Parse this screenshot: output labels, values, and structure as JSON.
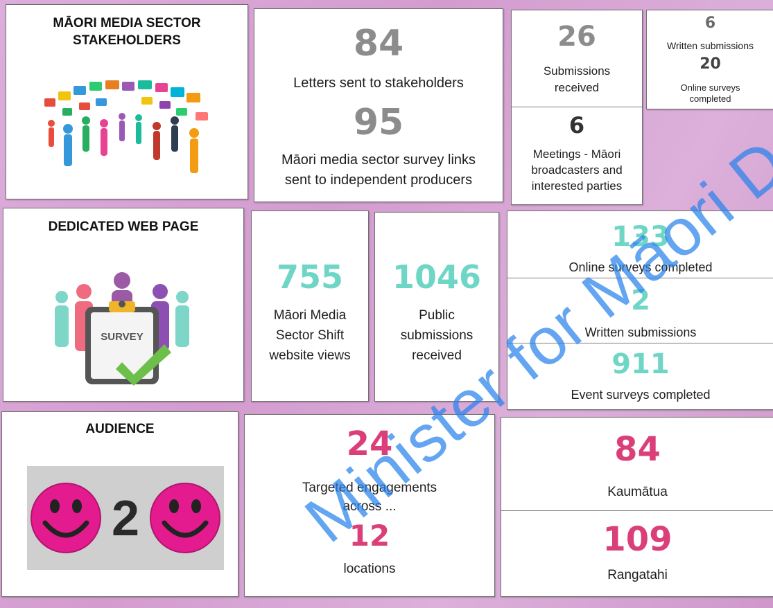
{
  "stakeholders": {
    "title": "MĀORI MEDIA SECTOR STAKEHOLDERS",
    "icon": "people-speech-bubbles",
    "letters_num": "84",
    "letters_label": "Letters  sent to stakeholders",
    "links_num": "95",
    "links_label": "Māori media sector survey links sent to independent producers",
    "submissions_num": "26",
    "submissions_label": "Submissions received",
    "meetings_num": "6",
    "meetings_label": "Meetings - Māori broadcasters and interested parties",
    "written_num": "6",
    "written_label": "Written submissions",
    "online_num": "20",
    "online_label": "Online surveys completed"
  },
  "web": {
    "title": "DEDICATED WEB PAGE",
    "icon": "survey-clipboard-people",
    "icon_text": "SURVEY",
    "views_num": "755",
    "views_label": "Māori Media Sector Shift website views",
    "public_num": "1046",
    "public_label": "Public submissions received",
    "online_num": "133",
    "online_label": "Online surveys completed",
    "written_num": "2",
    "written_label": "Written submissions",
    "event_num": "911",
    "event_label": "Event surveys completed"
  },
  "audience": {
    "title": "AUDIENCE",
    "icon": "smiley-2-smiley",
    "icon_text": "2",
    "targeted_num": "24",
    "targeted_label": "Targeted engagements across ...",
    "locations_num": "12",
    "locations_label": "locations",
    "kaumatua_num": "84",
    "kaumatua_label": "Kaumātua",
    "rangatahi_num": "109",
    "rangatahi_label": "Rangatahi"
  },
  "watermark": "Minister for Māori Development",
  "colors": {
    "gray": "#8c8c8c",
    "teal": "#6fd6c6",
    "pink": "#db3f79",
    "background": "#d9a6d6"
  }
}
